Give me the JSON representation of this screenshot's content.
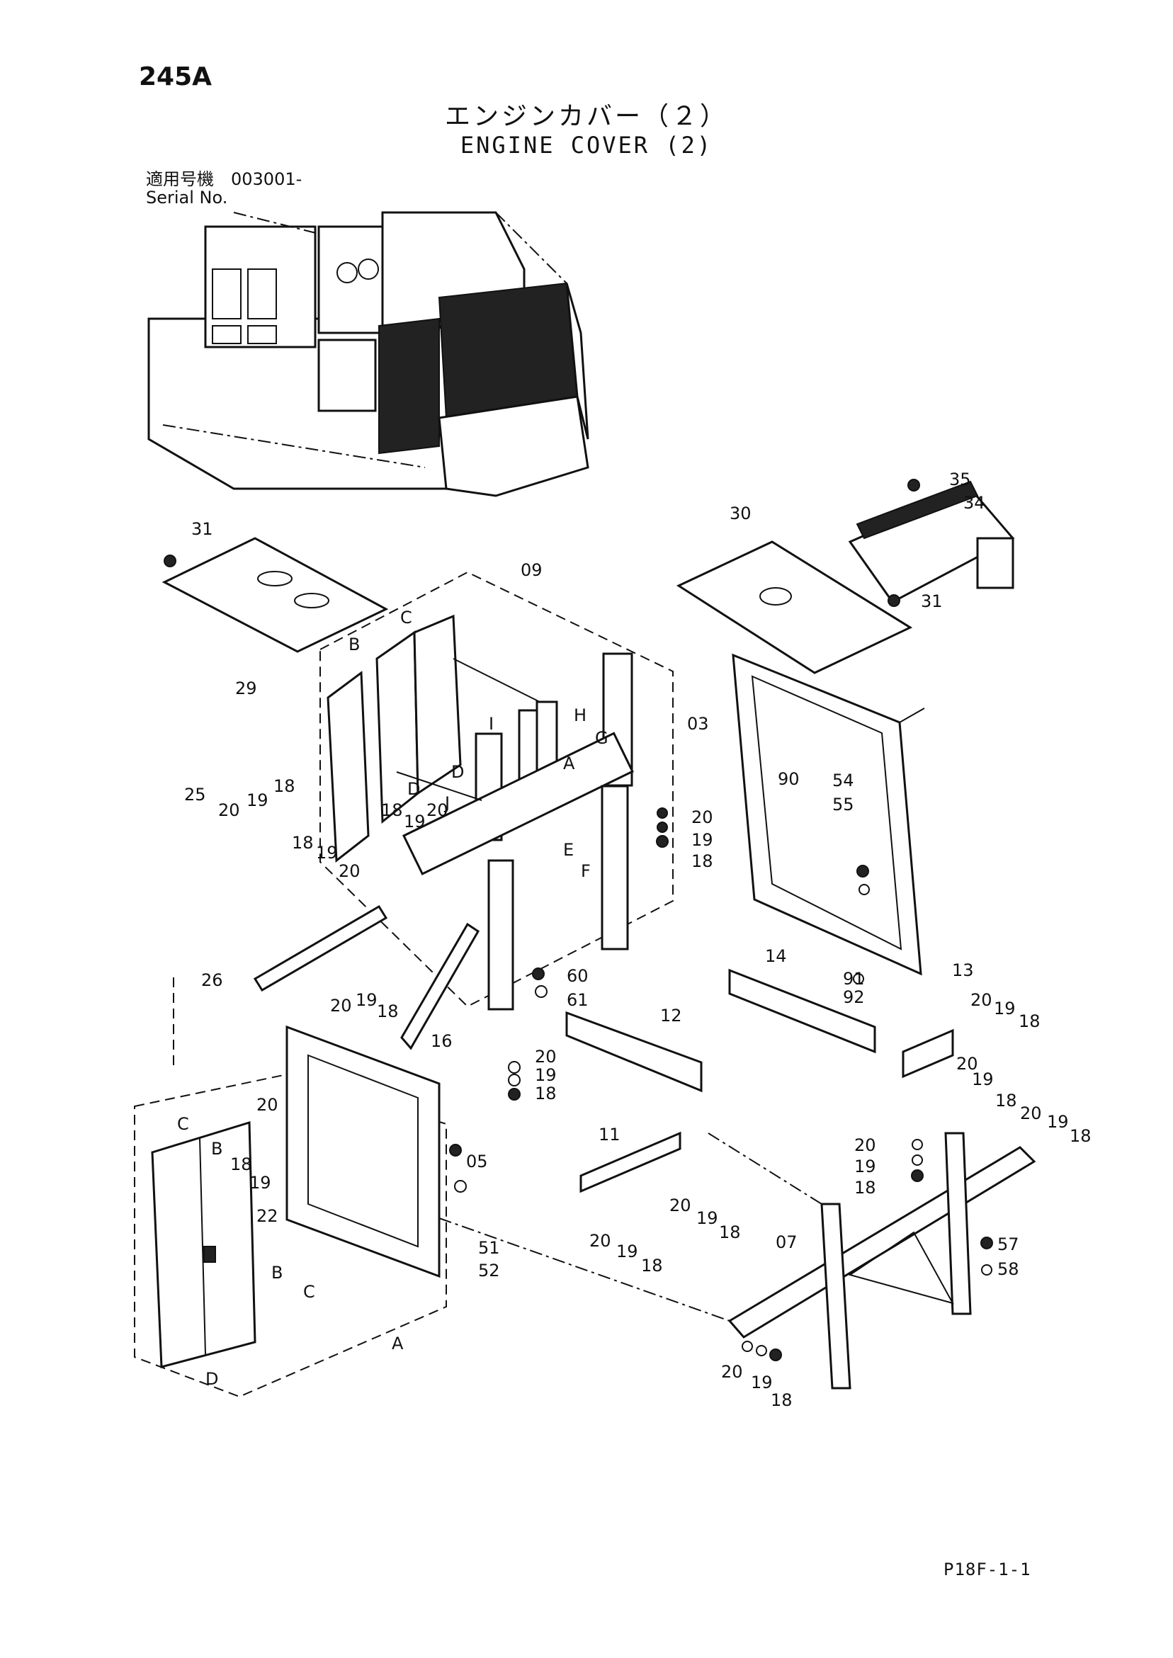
{
  "page_number": "245A",
  "title_jp": "エンジンカバー（２）",
  "title_en": "ENGINE COVER (2)",
  "serial": {
    "label_jp": "適用号機",
    "label_en": "Serial No.",
    "value": "003001-"
  },
  "footer_code": "P18F-1-1",
  "callouts": {
    "p31a": "31",
    "p29": "29",
    "p09": "09",
    "pC1": "C",
    "pB1": "B",
    "pH": "H",
    "pI": "I",
    "pG": "G",
    "pJ": "J",
    "pD1": "D",
    "pD2": "D",
    "pA1": "A",
    "p30": "30",
    "p35": "35",
    "p34": "34",
    "p31b": "31",
    "p03": "03",
    "p90": "90",
    "p54": "54",
    "p55": "55",
    "p25": "25",
    "p20a": "20",
    "p19a": "19",
    "p18a": "18",
    "p18b": "18",
    "p19b": "19",
    "p20b": "20",
    "p18c": "18",
    "p19c": "19",
    "p20c": "20",
    "p20d": "20",
    "p19d": "19",
    "p18d": "18",
    "pE": "E",
    "pF": "F",
    "p26": "26",
    "p16": "16",
    "p60": "60",
    "p61": "61",
    "p20e": "20",
    "p19e": "19",
    "p18e": "18",
    "p12": "12",
    "p14": "14",
    "p91": "91",
    "p92": "92",
    "p13": "13",
    "p20f": "20",
    "p19f": "19",
    "p18f": "18",
    "p20g": "20",
    "p19g": "19",
    "p18g": "18",
    "p20h": "20",
    "p19h": "19",
    "p18h": "18",
    "pC2": "C",
    "pB2": "B",
    "p20i": "20",
    "p18i": "18",
    "p19i": "19",
    "p22": "22",
    "pB3": "B",
    "pC3": "C",
    "pD3": "D",
    "pA2": "A",
    "p05": "05",
    "p51": "51",
    "p52": "52",
    "p11": "11",
    "p20j": "20",
    "p19j": "19",
    "p18j": "18",
    "p20k": "20",
    "p19k": "19",
    "p18k": "18",
    "p20l": "20",
    "p19l": "19",
    "p18l": "18",
    "p20m": "20",
    "p19m": "19",
    "p18m": "18",
    "p07": "07",
    "p57": "57",
    "p58": "58",
    "p20n": "20",
    "p19n": "19",
    "p18n": "18"
  }
}
